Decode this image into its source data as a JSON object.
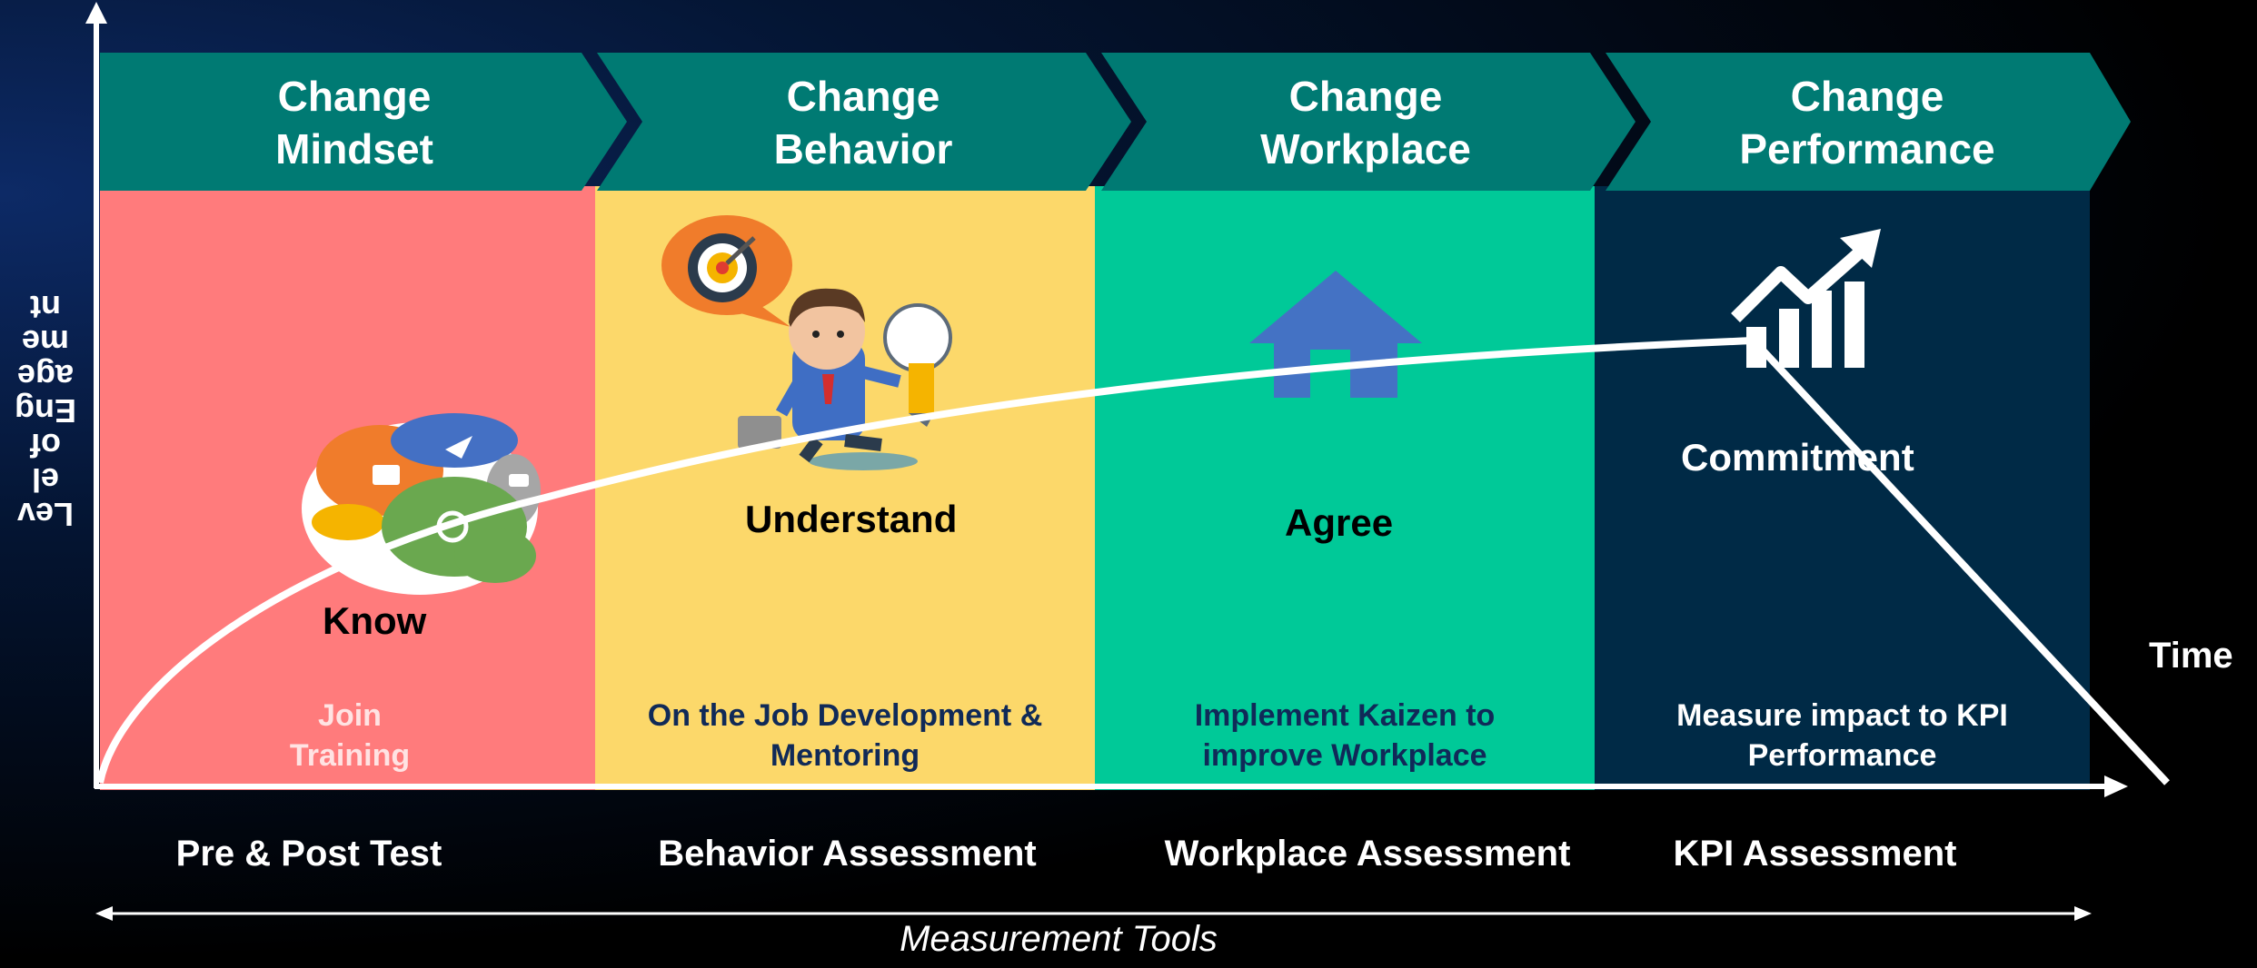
{
  "colors": {
    "chevron": "#007a73",
    "panel_know": "#ff7b7c",
    "panel_understand": "#fcd86a",
    "panel_agree": "#00c998",
    "panel_commitment": "#002a46",
    "curve": "#ffffff",
    "dark_text": "#102a58"
  },
  "chevrons": [
    {
      "line1": "Change",
      "line2": "Mindset"
    },
    {
      "line1": "Change",
      "line2": "Behavior"
    },
    {
      "line1": "Change",
      "line2": "Workplace"
    },
    {
      "line1": "Change",
      "line2": "Performance"
    }
  ],
  "stages": [
    {
      "label": "Know",
      "icon": "brain-icon"
    },
    {
      "label": "Understand",
      "icon": "businessman-icon"
    },
    {
      "label": "Agree",
      "icon": "house-icon"
    },
    {
      "label": "Commitment",
      "icon": "growth-chart-icon"
    }
  ],
  "activities": [
    {
      "line1": "Join",
      "line2": "Training"
    },
    {
      "line1": "On the Job Development &",
      "line2": "Mentoring"
    },
    {
      "line1": "Implement Kaizen to",
      "line2": "improve Workplace"
    },
    {
      "line1": "Measure impact to KPI",
      "line2": "Performance"
    }
  ],
  "tools": [
    "Pre & Post Test",
    "Behavior Assessment",
    "Workplace Assessment",
    "KPI Assessment"
  ],
  "axes": {
    "y_label_lines": [
      "Lev",
      "el",
      "of",
      "Eng",
      "age",
      "me",
      "nt"
    ],
    "x_label": "Time"
  },
  "tools_caption": "Measurement Tools"
}
